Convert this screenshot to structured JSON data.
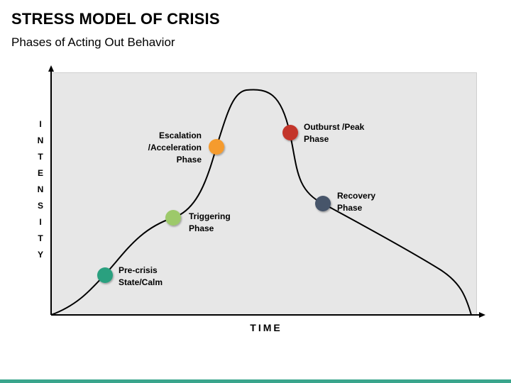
{
  "title": "STRESS MODEL OF CRISIS",
  "subtitle": "Phases of Acting Out Behavior",
  "axes": {
    "y_label_letters": [
      "I",
      "N",
      "T",
      "E",
      "N",
      "S",
      "I",
      "T",
      "Y"
    ],
    "x_label": "TIME"
  },
  "phases": [
    {
      "label": "Pre-crisis\nState/Calm",
      "color": "#2aa07f"
    },
    {
      "label": "Triggering\nPhase",
      "color": "#9dc96b"
    },
    {
      "label": "Escalation\n/Acceleration\nPhase",
      "color": "#f59b2d"
    },
    {
      "label": "Outburst /Peak\nPhase",
      "color": "#c3352c"
    },
    {
      "label": "Recovery\nPhase",
      "color": "#46546b"
    }
  ],
  "colors": {
    "plot_background": "#e7e7e7",
    "curve": "#000000",
    "footer_bar": "#3aa58c"
  }
}
